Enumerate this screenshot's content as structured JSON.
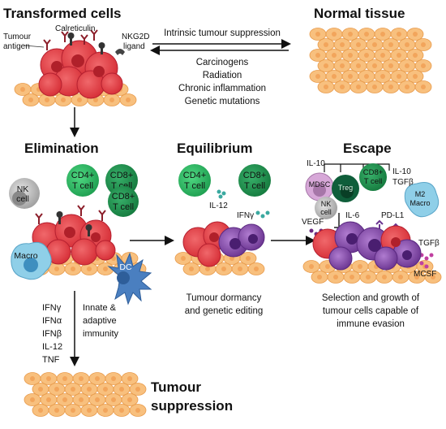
{
  "headings": {
    "transformed": "Transformed cells",
    "normal": "Normal tissue",
    "elimination": "Elimination",
    "equilibrium": "Equilibrium",
    "escape": "Escape",
    "suppression_line1": "Tumour",
    "suppression_line2": "suppression"
  },
  "transformed_labels": {
    "tumour_antigen_line1": "Tumour",
    "tumour_antigen_line2": "antigen",
    "calreticulin": "Calreticulin",
    "nkg2d_line1": "NKG2D",
    "nkg2d_line2": "ligand"
  },
  "arrows_top": {
    "intrinsic": "Intrinsic tumour suppression",
    "causes": [
      "Carcinogens",
      "Radiation",
      "Chronic inflammation",
      "Genetic mutations"
    ]
  },
  "cells": {
    "cd4_line1": "CD4+",
    "cd8_line1": "CD8+",
    "t_cell": "T cell",
    "nk_line1": "NK",
    "nk_line2": "cell",
    "macro": "Macro",
    "dc": "DC",
    "mdsc": "MDSC",
    "treg": "Treg",
    "m2_line1": "M2",
    "m2_line2": "Macro"
  },
  "equilibrium_labels": {
    "il12": "IL-12",
    "ifng": "IFNγ",
    "caption_line1": "Tumour dormancy",
    "caption_line2": "and genetic editing"
  },
  "escape_labels": {
    "il10_left": "IL-10",
    "il10_right": "IL-10",
    "tgfb_top": "TGFβ",
    "vegf": "VEGF",
    "il6": "IL-6",
    "pdl1": "PD-L1",
    "tgfb_side": "TGFβ",
    "mcsf": "MCSF",
    "caption_line1": "Selection and growth of",
    "caption_line2": "tumour cells capable of",
    "caption_line3": "immune evasion"
  },
  "cytokines": [
    "IFNγ",
    "IFNα",
    "IFNβ",
    "IL-12",
    "TNF"
  ],
  "innate_text": [
    "Innate &",
    "adaptive",
    "immunity"
  ],
  "colors": {
    "tissue_fill": "#F8C07E",
    "tissue_stroke": "#E89A4A",
    "tumour_fill": "#E8464B",
    "tumour_dark": "#B0202A",
    "cd4_fill": "#2DBF63",
    "cd8_fill": "#1A9E4F",
    "nk_fill": "#B9B9B9",
    "macro_fill": "#8FCFE8",
    "dc_fill": "#4A7FC0",
    "purple_fill": "#8A4FB0",
    "mdsc_fill": "#D7A8D8"
  }
}
